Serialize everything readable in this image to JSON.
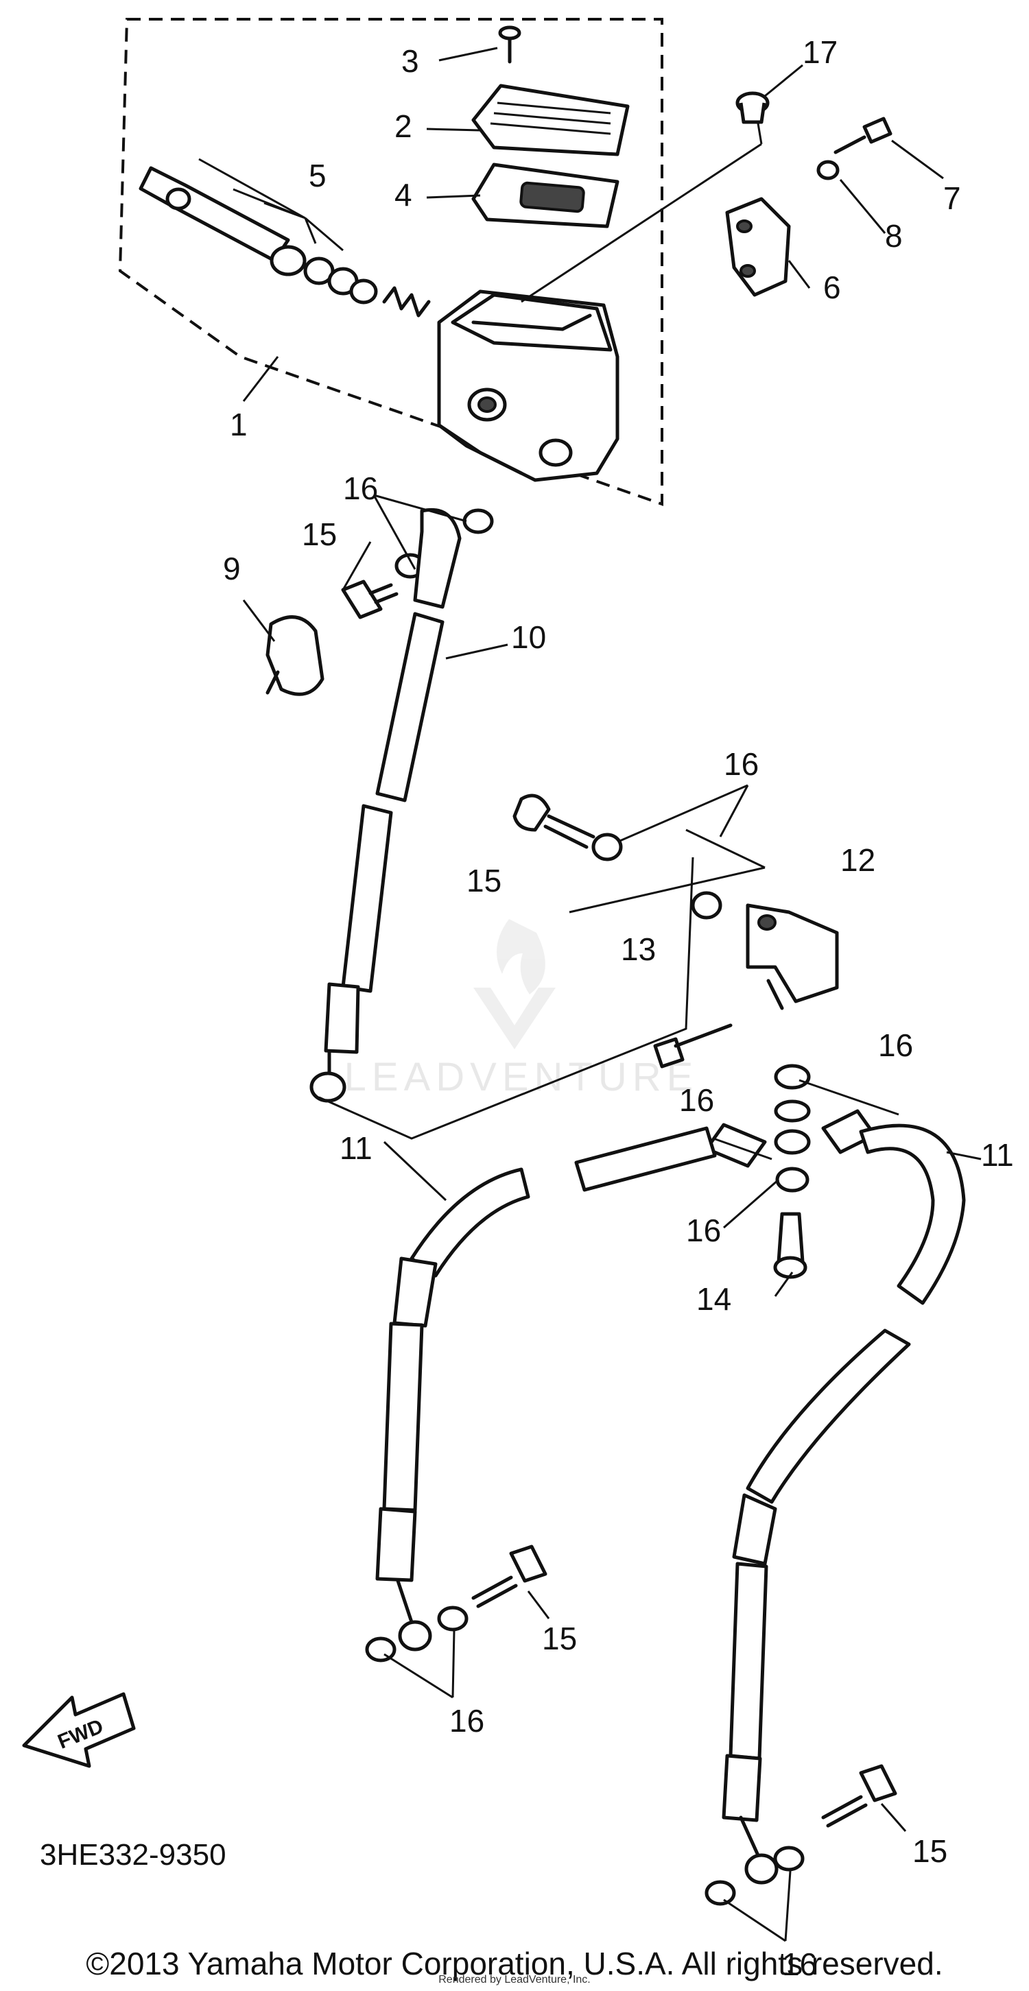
{
  "callouts": {
    "c1": "1",
    "c2": "2",
    "c3": "3",
    "c4": "4",
    "c5": "5",
    "c6": "6",
    "c7": "7",
    "c8": "8",
    "c9": "9",
    "c10": "10",
    "c11": "11",
    "c12": "12",
    "c13": "13",
    "c14": "14",
    "c15": "15",
    "c16": "16",
    "c17": "17"
  },
  "diagram_code": "3HE332-9350",
  "fwd_label": "FWD",
  "watermark": "LEADVENTURE",
  "copyright": "©2013 Yamaha Motor Corporation, U.S.A. All rights reserved.",
  "rendered_by": "Rendered by LeadVenture, Inc."
}
